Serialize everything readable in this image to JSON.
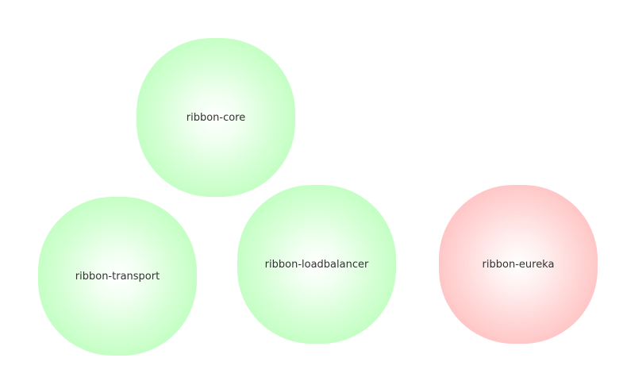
{
  "diagram": {
    "nodes": [
      {
        "id": "core",
        "label": "ribbon-core",
        "status": "green",
        "color": "#c2ffc2"
      },
      {
        "id": "transport",
        "label": "ribbon-transport",
        "status": "green",
        "color": "#c2ffc2"
      },
      {
        "id": "loadbalancer",
        "label": "ribbon-loadbalancer",
        "status": "green",
        "color": "#c2ffc2"
      },
      {
        "id": "eureka",
        "label": "ribbon-eureka",
        "status": "red",
        "color": "#ffc4c4"
      }
    ]
  }
}
